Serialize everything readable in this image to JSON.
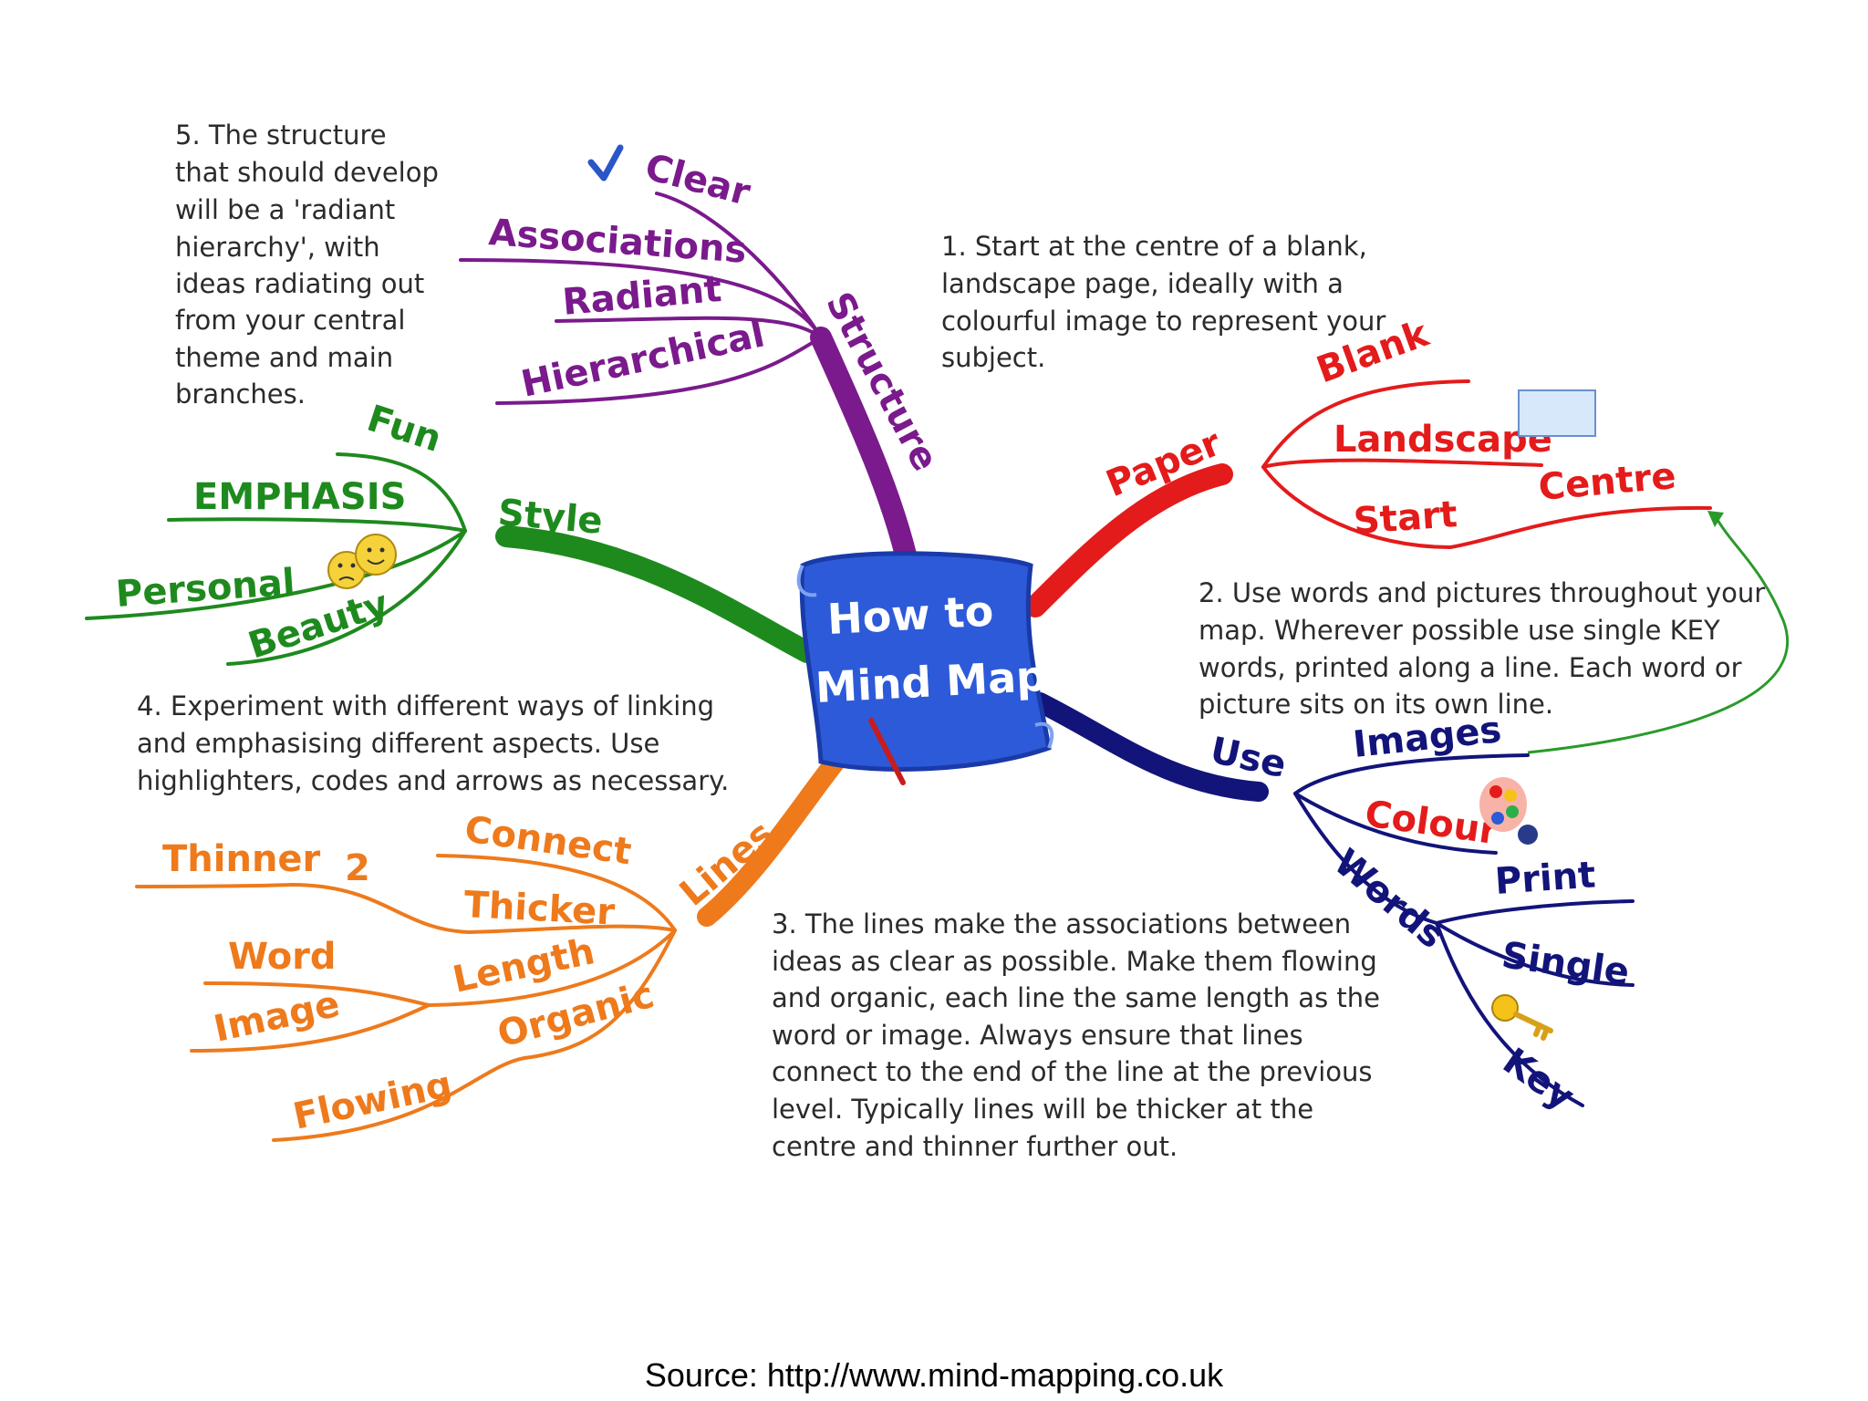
{
  "center": {
    "line1": "How to",
    "line2": "Mind Map"
  },
  "colors": {
    "structure": "#7a1a8c",
    "paper": "#e41b1b",
    "style": "#1e8a1e",
    "use": "#12147a",
    "lines": "#ee7a1c",
    "center_fill": "#2d5ad8",
    "arrow": "#2a9a2a"
  },
  "branches": {
    "structure": {
      "label": "Structure",
      "children": [
        "Clear",
        "Associations",
        "Radiant",
        "Hierarchical"
      ]
    },
    "paper": {
      "label": "Paper",
      "children": [
        "Blank",
        "Landscape",
        "Start",
        "Centre"
      ]
    },
    "style": {
      "label": "Style",
      "children": [
        "Fun",
        "EMPHASIS",
        "Personal",
        "Beauty"
      ]
    },
    "use": {
      "label": "Use",
      "children": [
        "Images",
        "Colour",
        "Words",
        "Print",
        "Single",
        "Key"
      ]
    },
    "lines": {
      "label": "Lines",
      "children": [
        "Connect",
        "Thicker",
        "Thinner",
        "2",
        "Length",
        "Word",
        "Image",
        "Organic",
        "Flowing"
      ]
    }
  },
  "notes": {
    "note1": [
      "1. Start at the centre of a blank,",
      "landscape page, ideally with a",
      "colourful image to represent your",
      "subject."
    ],
    "note2": [
      "2. Use words and pictures throughout your",
      "map. Wherever possible use single KEY",
      "words, printed along a line. Each word or",
      "picture sits on its own line."
    ],
    "note3": [
      "3. The lines make the associations between",
      "ideas as clear as possible. Make them flowing",
      "and organic, each line the same length as the",
      "word or image. Always ensure that lines",
      "connect to the end of the line at the previous",
      "level. Typically lines will be thicker at the",
      "centre and thinner further out."
    ],
    "note4": [
      "4. Experiment with different ways of linking",
      "and emphasising different aspects. Use",
      "highlighters, codes and arrows as necessary."
    ],
    "note5": [
      "5. The structure",
      "that should develop",
      "will be a 'radiant",
      "hierarchy', with",
      "ideas radiating out",
      "from your central",
      "theme and main",
      "branches."
    ]
  },
  "icons": [
    "checkmark-icon",
    "landscape-page-icon",
    "smiley-faces-icon",
    "paint-palette-icon",
    "key-icon",
    "pencil-icon"
  ],
  "source": "Source: http://www.mind-mapping.co.uk"
}
